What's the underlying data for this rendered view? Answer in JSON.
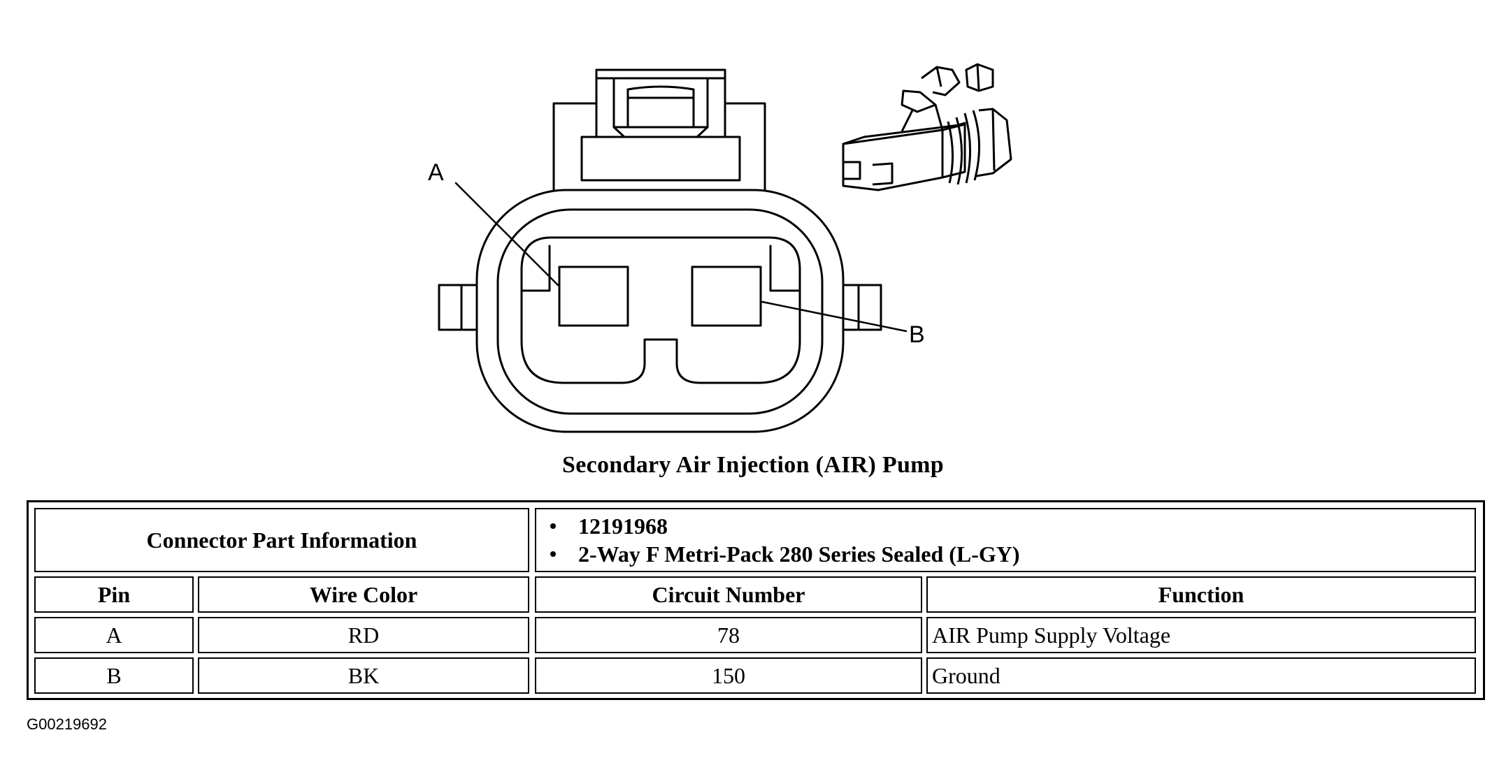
{
  "diagram": {
    "pin_label_a": "A",
    "pin_label_b": "B",
    "caption": "Secondary Air Injection (AIR) Pump"
  },
  "table": {
    "connector_label": "Connector Part Information",
    "part_info": [
      "12191968",
      "2-Way F Metri-Pack 280 Series Sealed (L-GY)"
    ],
    "headers": {
      "pin": "Pin",
      "wire_color": "Wire Color",
      "circuit_number": "Circuit Number",
      "function": "Function"
    },
    "rows": [
      {
        "pin": "A",
        "wire_color": "RD",
        "circuit_number": "78",
        "function": "AIR Pump Supply Voltage"
      },
      {
        "pin": "B",
        "wire_color": "BK",
        "circuit_number": "150",
        "function": "Ground"
      }
    ]
  },
  "figure_id": "G00219692"
}
